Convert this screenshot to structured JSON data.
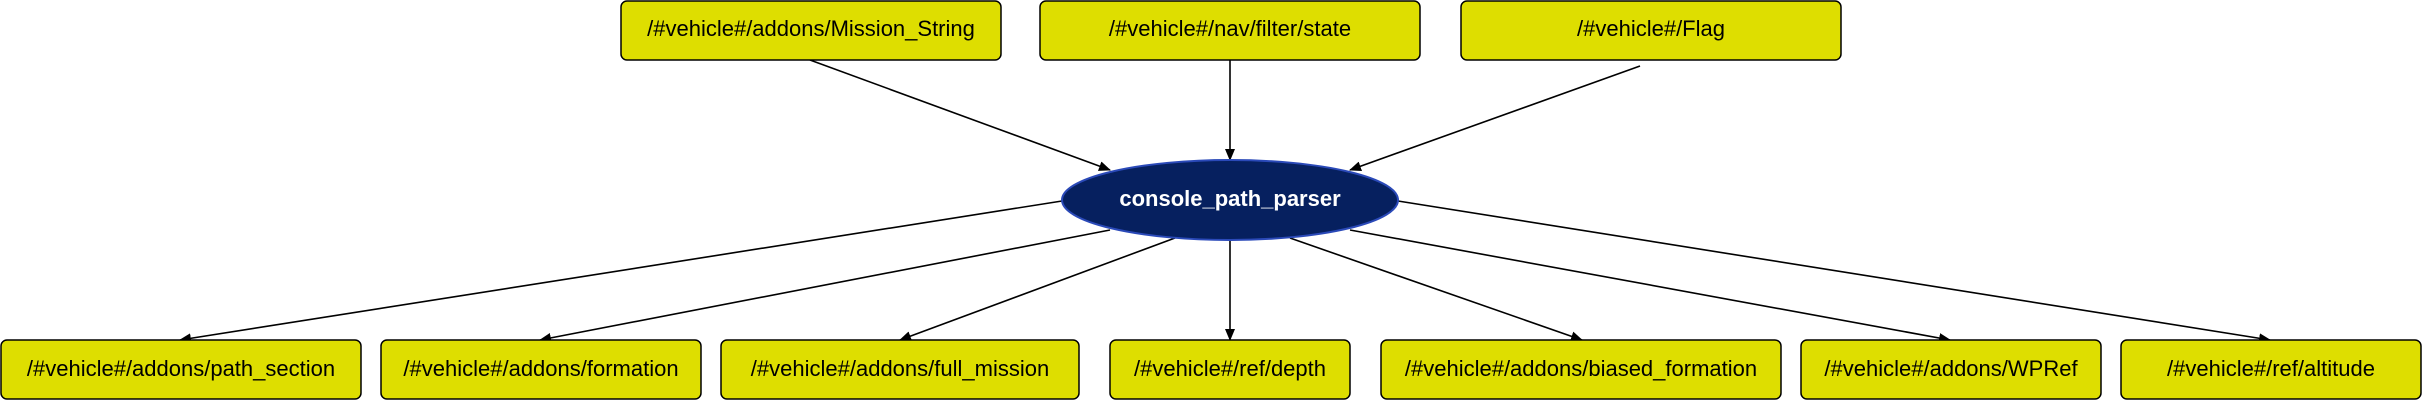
{
  "graph": {
    "colors": {
      "topic_fill": "#dede00",
      "node_fill": "#06205f",
      "node_border": "#2a49b8",
      "edge": "#000000"
    },
    "node": {
      "label": "console_path_parser"
    },
    "input_topics": [
      {
        "label": "/#vehicle#/addons/Mission_String"
      },
      {
        "label": "/#vehicle#/nav/filter/state"
      },
      {
        "label": "/#vehicle#/Flag"
      }
    ],
    "output_topics": [
      {
        "label": "/#vehicle#/addons/path_section"
      },
      {
        "label": "/#vehicle#/addons/formation"
      },
      {
        "label": "/#vehicle#/addons/full_mission"
      },
      {
        "label": "/#vehicle#/ref/depth"
      },
      {
        "label": "/#vehicle#/addons/biased_formation"
      },
      {
        "label": "/#vehicle#/addons/WPRef"
      },
      {
        "label": "/#vehicle#/ref/altitude"
      }
    ]
  }
}
